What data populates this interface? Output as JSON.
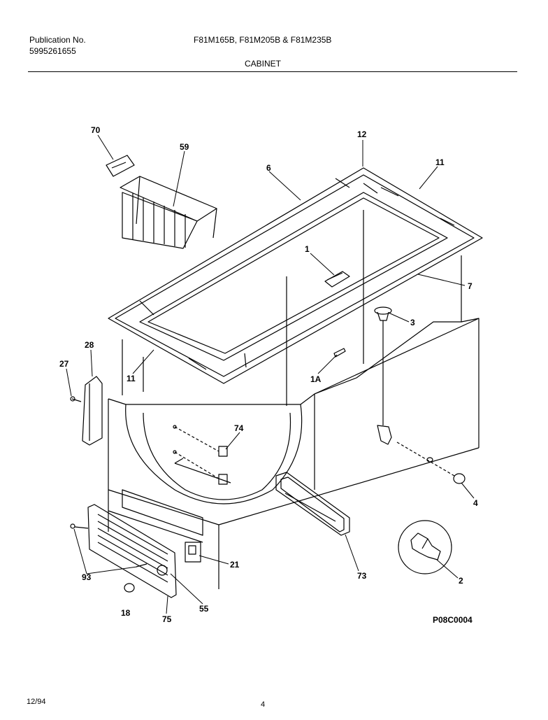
{
  "header": {
    "publication_label": "Publication No.",
    "publication_number": "5995261655",
    "models": "F81M165B, F81M205B & F81M235B",
    "section": "CABINET"
  },
  "callouts": {
    "p70": "70",
    "p59": "59",
    "p6": "6",
    "p12": "12",
    "p11a": "11",
    "p1": "1",
    "p7": "7",
    "p3": "3",
    "p28": "28",
    "p27": "27",
    "p11b": "11",
    "p1a": "1A",
    "p74": "74",
    "p4": "4",
    "p21": "21",
    "p93": "93",
    "p73": "73",
    "p2": "2",
    "p18": "18",
    "p75": "75",
    "p55": "55"
  },
  "figure_code": "P08C0004",
  "footer": {
    "date": "12/94",
    "page": "4"
  },
  "colors": {
    "ink": "#000000",
    "paper": "#ffffff"
  }
}
